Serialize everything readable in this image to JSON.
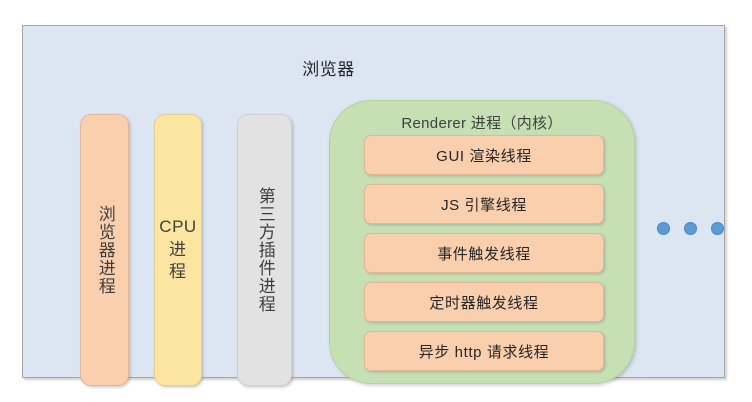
{
  "diagram": {
    "title": "浏览器",
    "frame_color": "#dce6f2",
    "processes": [
      {
        "name": "browser-process",
        "label": "浏览器进程",
        "color": "#f9cfae",
        "orientation": "vertical"
      },
      {
        "name": "cpu-process",
        "label_latin": "CPU",
        "label_zh_1": "进",
        "label_zh_2": "程",
        "color": "#fbe5a1",
        "orientation": "mixed"
      },
      {
        "name": "plugin-process",
        "label": "第三方插件进程",
        "color": "#e2e2e2",
        "orientation": "vertical"
      }
    ],
    "renderer": {
      "title": "Renderer 进程（内核）",
      "color": "#c6e0b4",
      "threads": [
        {
          "label": "GUI 渲染线程"
        },
        {
          "label": "JS 引擎线程"
        },
        {
          "label": "事件触发线程"
        },
        {
          "label": "定时器触发线程"
        },
        {
          "label": "异步 http 请求线程"
        }
      ]
    },
    "ellipsis": {
      "dot_count": 3,
      "color": "#5b9bd5"
    }
  }
}
